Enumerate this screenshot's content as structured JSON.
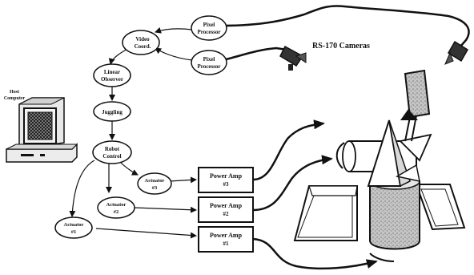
{
  "host": {
    "label": [
      "Host",
      "Computer"
    ]
  },
  "cameras": {
    "label": "RS-170 Cameras"
  },
  "nodes": {
    "pixel1": [
      "Pixel",
      "Processor"
    ],
    "pixel2": [
      "Pixel",
      "Processor"
    ],
    "video": [
      "Video",
      "Coord."
    ],
    "observer": [
      "Linear",
      "Observer"
    ],
    "juggling": [
      "Juggling"
    ],
    "control": [
      "Robot",
      "Control"
    ],
    "act3": [
      "Actuator",
      "#3"
    ],
    "act2": [
      "Actuator",
      "#2"
    ],
    "act1": [
      "Actuator",
      "#1"
    ]
  },
  "amps": {
    "amp3": [
      "Power Amp",
      "#3"
    ],
    "amp2": [
      "Power Amp",
      "#2"
    ],
    "amp1": [
      "Power Amp",
      "#1"
    ]
  }
}
